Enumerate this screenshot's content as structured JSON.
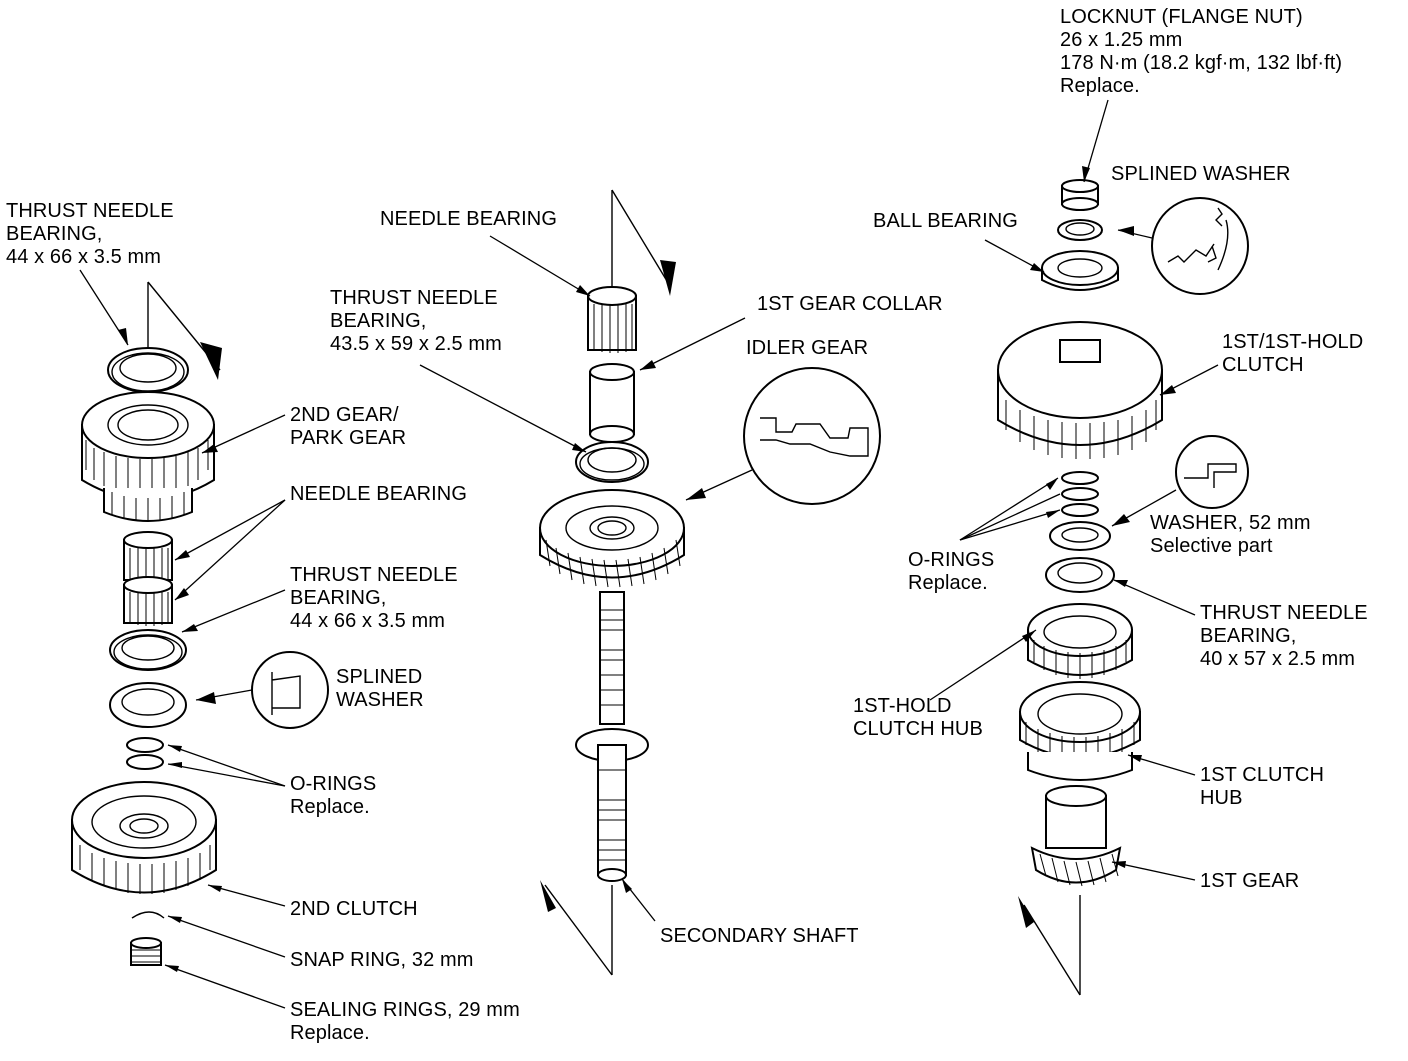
{
  "labels": {
    "locknut": [
      "LOCKNUT (FLANGE NUT)",
      "26 x 1.25 mm",
      "178 N·m (18.2 kgf·m, 132 lbf·ft)",
      "Replace."
    ],
    "splined_washer_top": [
      "SPLINED WASHER"
    ],
    "ball_bearing": [
      "BALL BEARING"
    ],
    "clutch_1st_hold": [
      "1ST/1ST-HOLD",
      "CLUTCH"
    ],
    "washer_52": [
      "WASHER, 52 mm",
      "Selective part"
    ],
    "o_rings_right": [
      "O-RINGS",
      "Replace."
    ],
    "thrust_needle_40": [
      "THRUST NEEDLE",
      "BEARING,",
      "40 x 57 x 2.5 mm"
    ],
    "hold_clutch_hub": [
      "1ST-HOLD",
      "CLUTCH HUB"
    ],
    "clutch_hub_1st": [
      "1ST CLUTCH",
      "HUB"
    ],
    "gear_1st": [
      "1ST GEAR"
    ],
    "needle_bearing_center": [
      "NEEDLE BEARING"
    ],
    "thrust_needle_43": [
      "THRUST NEEDLE",
      "BEARING,",
      "43.5 x 59 x 2.5 mm"
    ],
    "collar_1st_gear": [
      "1ST GEAR COLLAR"
    ],
    "idler_gear": [
      "IDLER GEAR"
    ],
    "secondary_shaft": [
      "SECONDARY SHAFT"
    ],
    "thrust_needle_44_top": [
      "THRUST NEEDLE",
      "BEARING,",
      "44 x 66 x 3.5 mm"
    ],
    "gear_2nd_park": [
      "2ND GEAR/",
      "PARK GEAR"
    ],
    "needle_bearing_left": [
      "NEEDLE BEARING"
    ],
    "thrust_needle_44_mid": [
      "THRUST NEEDLE",
      "BEARING,",
      "44 x 66 x 3.5 mm"
    ],
    "splined_washer_left": [
      "SPLINED",
      "WASHER"
    ],
    "o_rings_left": [
      "O-RINGS",
      "Replace."
    ],
    "clutch_2nd": [
      "2ND CLUTCH"
    ],
    "snap_ring": [
      "SNAP RING, 32 mm"
    ],
    "sealing_rings": [
      "SEALING RINGS, 29 mm",
      "Replace."
    ]
  }
}
